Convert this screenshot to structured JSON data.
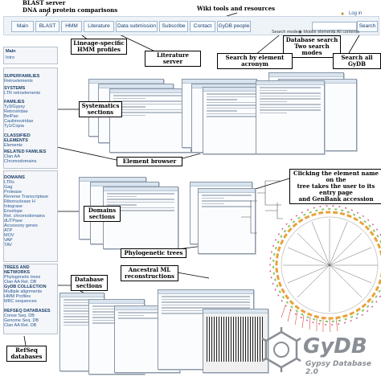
{
  "annotations": {
    "blast_server": "BLAST server",
    "dna_protein": "DNA and protein comparisons",
    "wiki_tools": "Wiki tools and resources",
    "lineage_hmm_1": "Lineage-specific",
    "lineage_hmm_2": "HMM profiles",
    "literature_server": "Literature server",
    "database_search_1": "Database search",
    "database_search_2": "Two search modes",
    "search_by_acronym": "Search by element acronym",
    "search_all": "Search all GyDB",
    "systematics_1": "Systematics",
    "systematics_2": "sections",
    "element_browser": "Element browser",
    "clicking_1": "Clicking the element name on the",
    "clicking_2": "tree takes the user to its entry page",
    "clicking_3": "and GenBank accession",
    "domains_1": "Domains",
    "domains_2": "sections",
    "phylogenetic_trees": "Phylogenetic trees",
    "ancestral_1": "Ancestral ML",
    "ancestral_2": "reconstructions",
    "database_sections_1": "Database",
    "database_sections_2": "sections",
    "refseq_1": "RefSeq",
    "refseq_2": "databases"
  },
  "nav": {
    "tabs": [
      "Main",
      "BLAST",
      "HMM",
      "Literature",
      "Data submission",
      "Subscribe",
      "Contact",
      "GyDB people"
    ],
    "login": "Log in",
    "search_button": "Search",
    "search_mode_label": "Search mode:",
    "mode_mobile": "Mobile elements",
    "mode_all": "All contents"
  },
  "sidebar": {
    "main": "Main",
    "intro": "Intro",
    "groups": [
      {
        "head": "SUPERFAMILIES",
        "items": [
          "Retroelements"
        ]
      },
      {
        "head": "SYSTEMS",
        "items": [
          "LTR retroelements"
        ]
      },
      {
        "head": "FAMILIES",
        "items": [
          "Ty3/Gypsy",
          "Retroviridae",
          "BelPao",
          "Caulimoviridae",
          "Ty1/Copia"
        ]
      },
      {
        "head": "CLASSIFIED ELEMENTS",
        "items": [
          "Elements"
        ]
      },
      {
        "head": "RELATED FAMILIES",
        "items": [
          "Clan AA",
          "Chromodomains"
        ]
      },
      {
        "head": "DOMAINS",
        "items": [
          "LTRs",
          "Gag",
          "Protease",
          "Reverse Transcriptase",
          "Ribonuclease H",
          "Integrase",
          "Envelope",
          "Ret. chromodomains",
          "dUTPase",
          "Accessory genes",
          "ATP",
          "MOV",
          "VAP",
          "TAV"
        ]
      },
      {
        "head": "TREES AND NETWORKS",
        "items": [
          "Phylogenetic trees",
          "Clan AA Ret. DB"
        ]
      },
      {
        "head": "GyDB COLLECTION",
        "items": [
          "Multiple alignments",
          "HMM Profiles",
          "MRC sequences"
        ]
      },
      {
        "head": "REFSEQ DATABASES",
        "items": [
          "Conse Seq. DB",
          "Genome Seq. DB",
          "Clan AA Ret. DB"
        ]
      }
    ]
  },
  "logo": {
    "name": "GyDB",
    "subtitle": "Gypsy Database 2.0"
  },
  "colors": {
    "accent": "#1d3f6b",
    "link": "#2b5a97",
    "logo_gray": "#8a8f96"
  }
}
